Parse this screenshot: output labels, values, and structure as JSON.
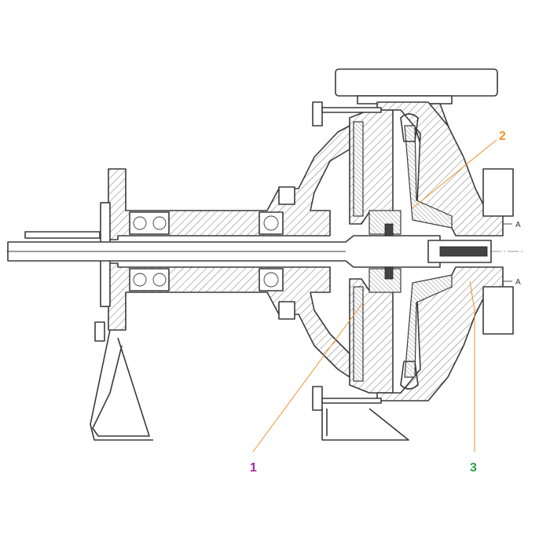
{
  "callouts": [
    {
      "label": "1",
      "color": "#9b2b9b"
    },
    {
      "label": "2",
      "color": "#f0922b"
    },
    {
      "label": "3",
      "color": "#2aa34a"
    }
  ],
  "section_marks": [
    "A",
    "A"
  ]
}
